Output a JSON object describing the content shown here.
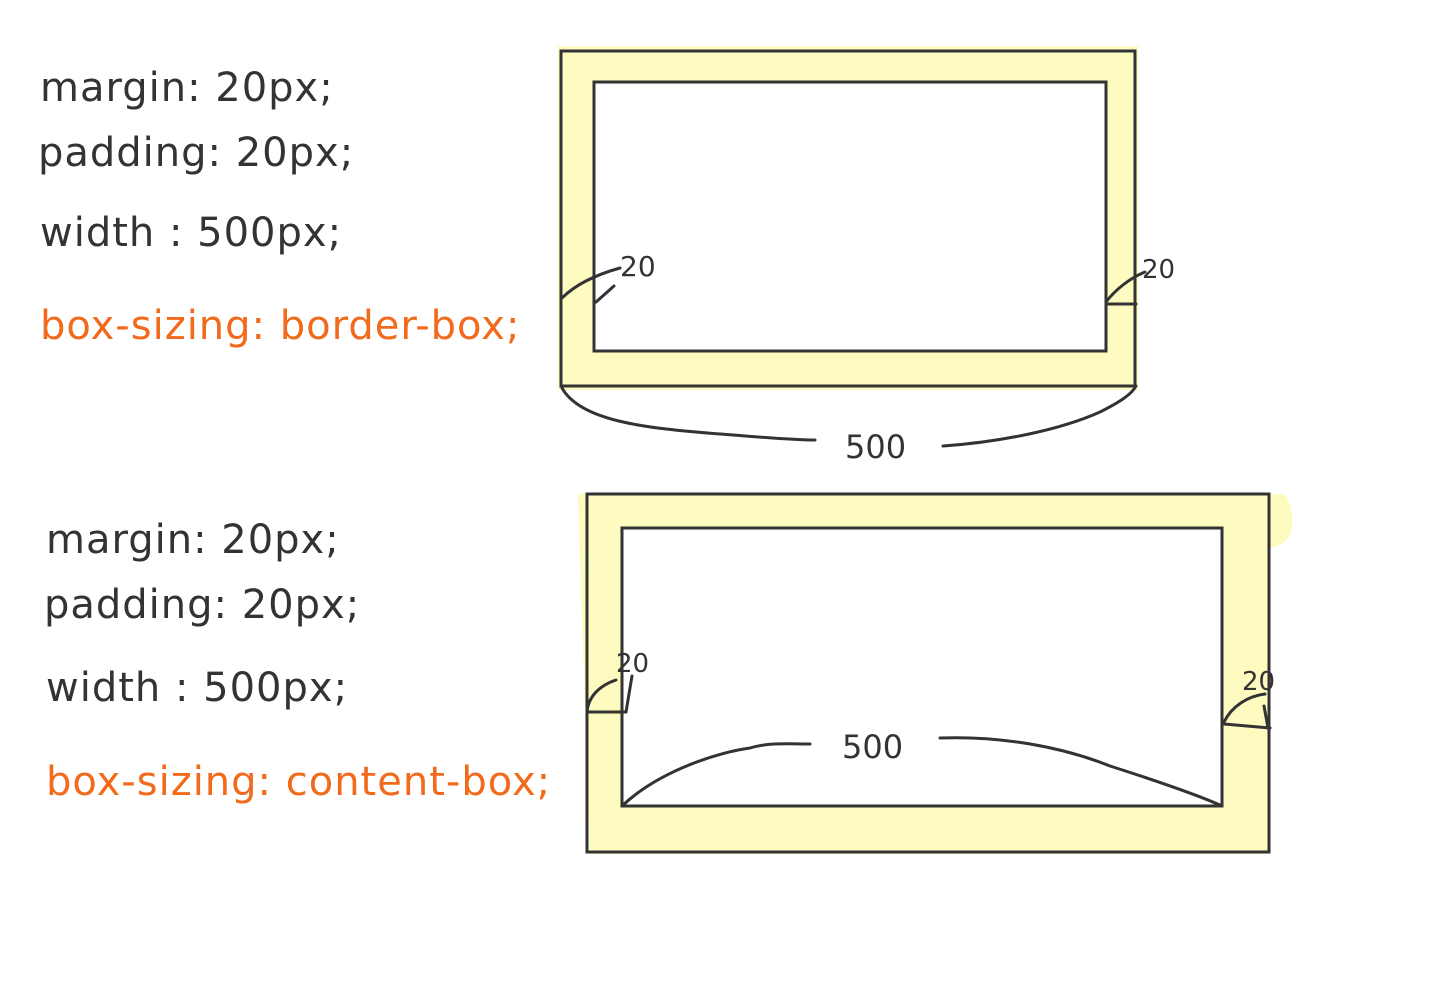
{
  "box1": {
    "margin": "margin: 20px;",
    "padding": "padding: 20px;",
    "width": "width : 500px;",
    "box_sizing": "box-sizing: border-box;",
    "left_padding_label": "20",
    "right_padding_label": "20",
    "width_label": "500"
  },
  "box2": {
    "margin": "margin: 20px;",
    "padding": "padding: 20px;",
    "width": "width : 500px;",
    "box_sizing": "box-sizing: content-box;",
    "left_padding_label": "20",
    "right_padding_label": "20",
    "width_label": "500"
  },
  "colors": {
    "ink": "#333333",
    "accent": "#f26a1b",
    "padding_fill": "#fdfbc0"
  }
}
